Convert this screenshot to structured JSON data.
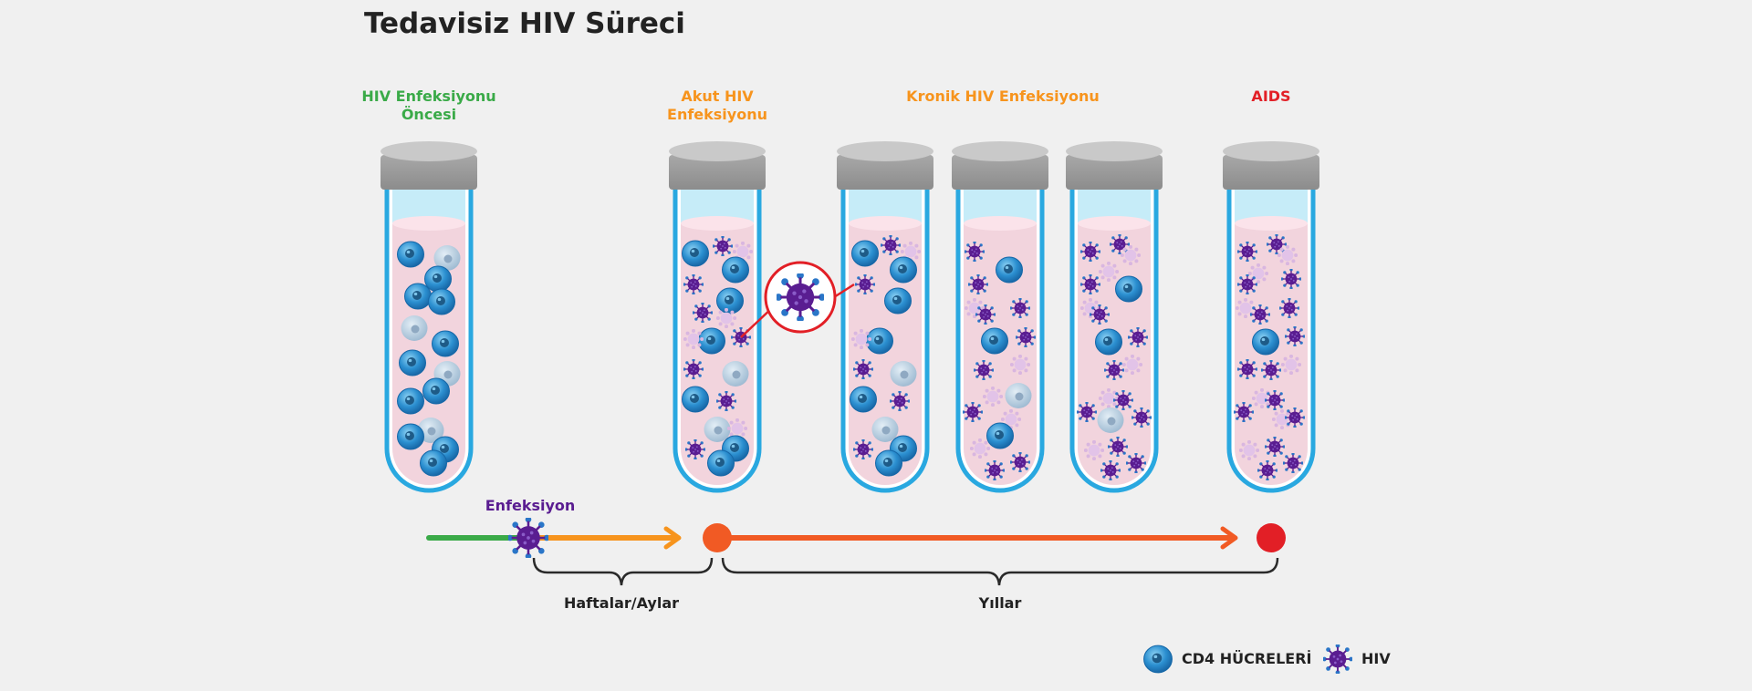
{
  "title": "Tedavisiz HIV Süreci",
  "stages": {
    "pre": {
      "line1": "HIV Enfeksiyonu",
      "line2": "Öncesi"
    },
    "acute": {
      "line1": "Akut HIV",
      "line2": "Enfeksiyonu"
    },
    "chronic": {
      "line1": "Kronik HIV Enfeksiyonu"
    },
    "aids": {
      "line1": "AIDS"
    }
  },
  "timeline": {
    "infection_label": "Enfeksiyon",
    "period_weeks": "Haftalar/Aylar",
    "period_years": "Yıllar"
  },
  "legend": {
    "cd4": "CD4 HÜCRELERİ",
    "hiv": "HIV"
  },
  "colors": {
    "green": "#3aaa48",
    "orange": "#f7941d",
    "red_orange": "#f15a24",
    "red": "#e21f26",
    "purple": "#5a1d91",
    "tube_blue": "#29a8e0",
    "cd4_blue": "#1b75bc"
  }
}
